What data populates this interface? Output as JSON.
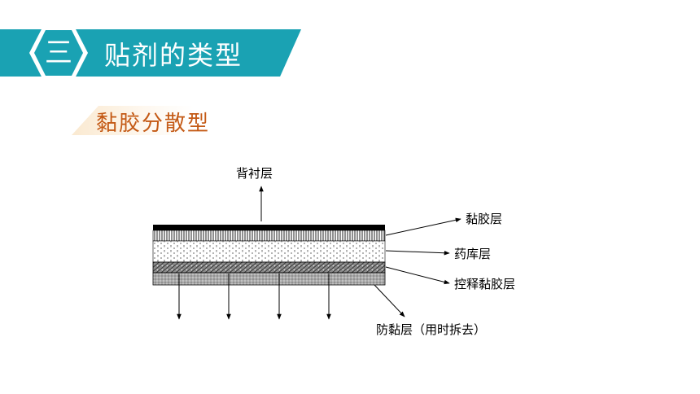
{
  "header": {
    "number": "三",
    "title": "贴剂的类型"
  },
  "subheading": "黏胶分散型",
  "diagram": {
    "labels": {
      "backing": "背衬层",
      "adhesive": "黏胶层",
      "reservoir": "药库层",
      "control_adhesive": "控释黏胶层",
      "release_liner": "防黏层（用时拆去）"
    }
  },
  "colors": {
    "accent": "#1aa2b3",
    "subheading": "#c45a16"
  }
}
